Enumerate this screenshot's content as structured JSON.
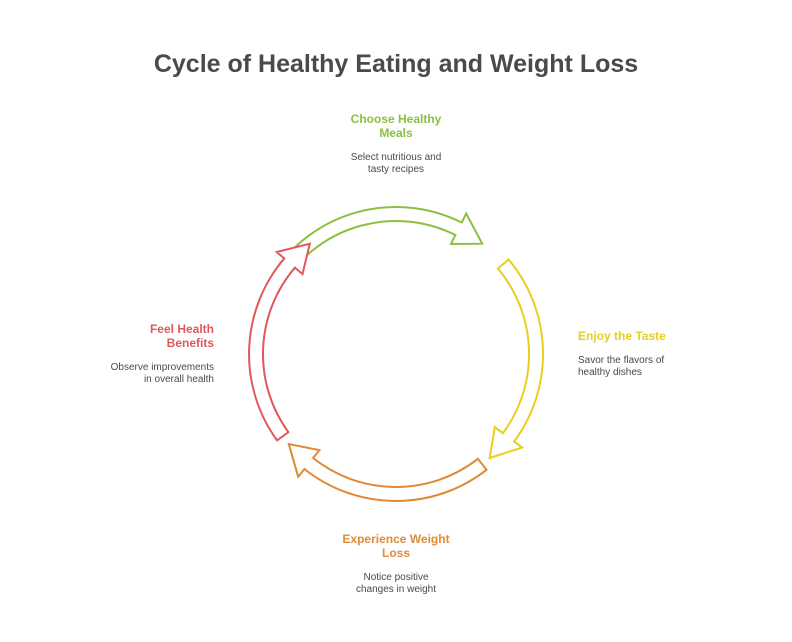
{
  "title": "Cycle of Healthy Eating and Weight Loss",
  "steps": [
    {
      "id": "choose",
      "heading": "Choose Healthy Meals",
      "heading_lines": [
        "Choose Healthy",
        "Meals"
      ],
      "description_lines": [
        "Select nutritious and",
        "tasty recipes"
      ],
      "color": "#8cbf3f"
    },
    {
      "id": "enjoy",
      "heading": "Enjoy the Taste",
      "heading_lines": [
        "Enjoy the Taste"
      ],
      "description_lines": [
        "Savor the flavors of",
        "healthy dishes"
      ],
      "color": "#e6cf1f"
    },
    {
      "id": "weight",
      "heading": "Experience Weight Loss",
      "heading_lines": [
        "Experience Weight",
        "Loss"
      ],
      "description_lines": [
        "Notice positive",
        "changes in weight"
      ],
      "color": "#e08a36"
    },
    {
      "id": "benefits",
      "heading": "Feel Health Benefits",
      "heading_lines": [
        "Feel Health",
        "Benefits"
      ],
      "description_lines": [
        "Observe improvements",
        "in overall health"
      ],
      "color": "#e0585a"
    }
  ]
}
